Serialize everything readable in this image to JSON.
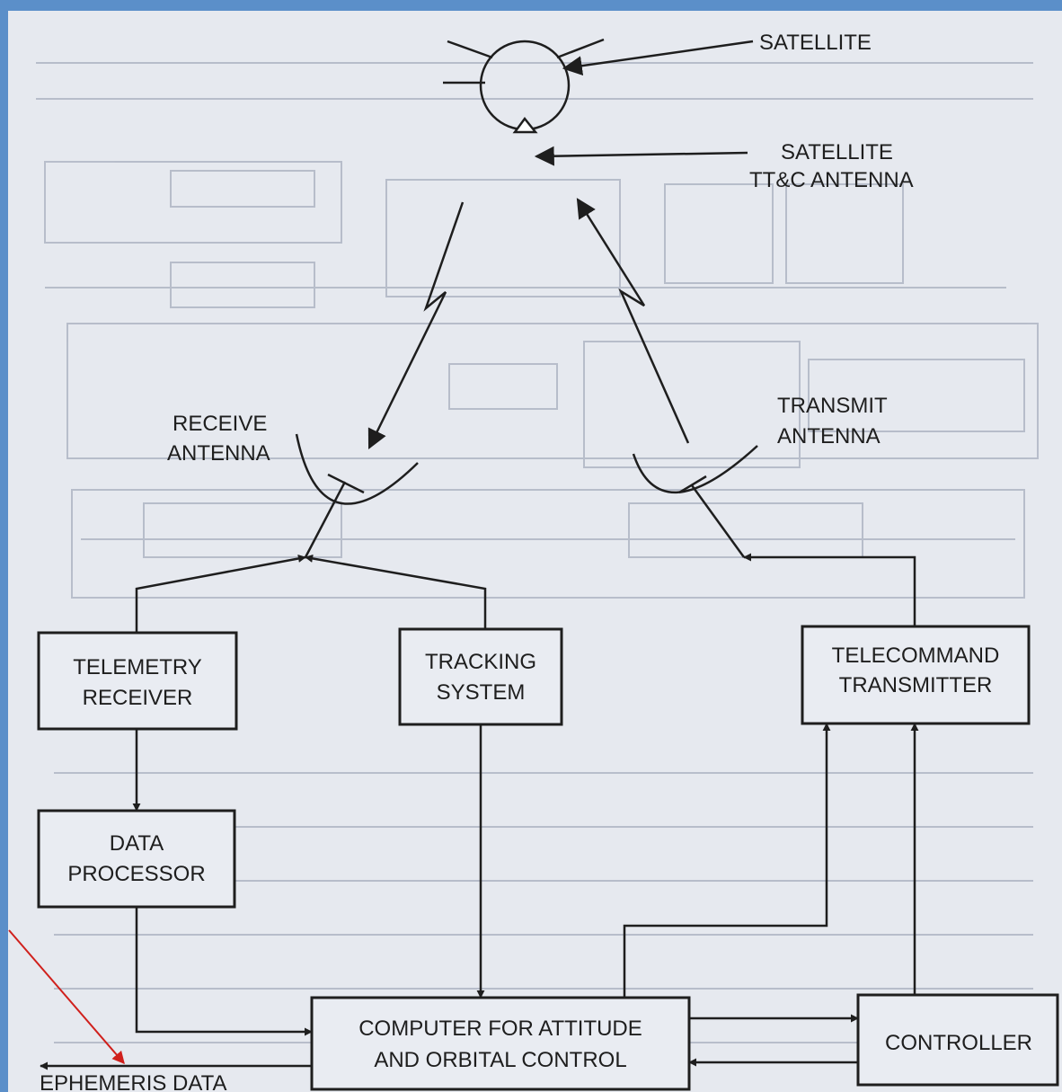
{
  "labels": {
    "satellite": "SATELLITE",
    "tt_antenna_1": "SATELLITE",
    "tt_antenna_2": "TT&C ANTENNA",
    "receive_1": "RECEIVE",
    "receive_2": "ANTENNA",
    "transmit_1": "TRANSMIT",
    "transmit_2": "ANTENNA",
    "ephemeris": "EPHEMERIS DATA"
  },
  "blocks": {
    "telemetry_receiver": [
      "TELEMETRY",
      "RECEIVER"
    ],
    "tracking_system": [
      "TRACKING",
      "SYSTEM"
    ],
    "telecommand_transmitter": [
      "TELECOMMAND",
      "TRANSMITTER"
    ],
    "data_processor": [
      "DATA",
      "PROCESSOR"
    ],
    "computer": [
      "COMPUTER FOR ATTITUDE",
      "AND ORBITAL CONTROL"
    ],
    "controller": [
      "CONTROLLER"
    ]
  },
  "colors": {
    "ink": "#1e1e1e",
    "paper": "#e6e9ef",
    "frame_accent": "#5b8fc9",
    "annotation_arrow": "#d0201c"
  }
}
